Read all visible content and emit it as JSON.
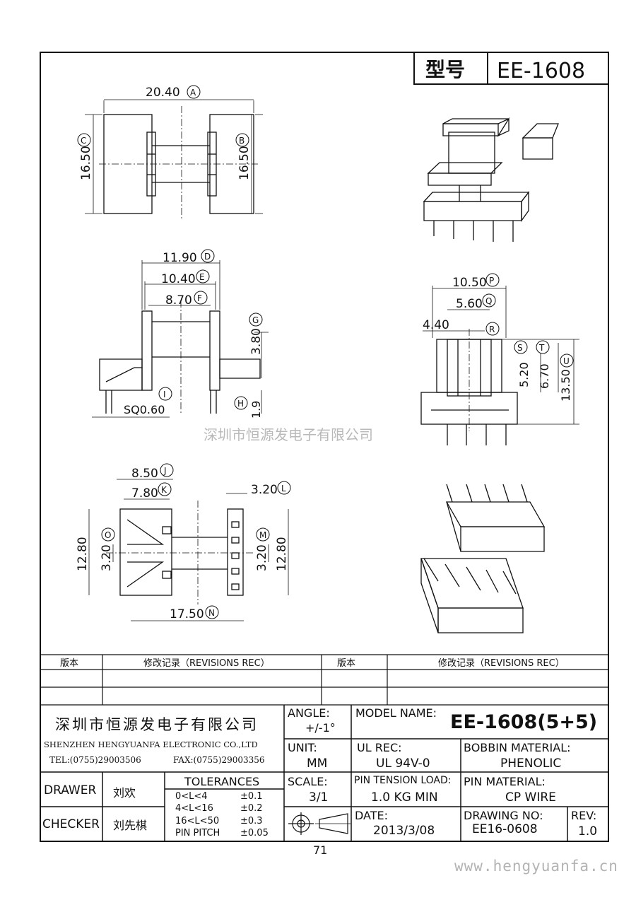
{
  "header": {
    "model_label": "型号",
    "model_value": "EE-1608"
  },
  "dims": {
    "a": "20.40",
    "a_letter": "A",
    "b": "16.50",
    "b_letter": "B",
    "c": "16.50",
    "c_letter": "C",
    "d": "11.90",
    "d_letter": "D",
    "e": "10.40",
    "e_letter": "E",
    "f": "8.70",
    "f_letter": "F",
    "g": "3.80",
    "g_letter": "G",
    "h": "1.9",
    "h_letter": "H",
    "i_letter": "I",
    "sq": "SQ0.60",
    "j": "8.50",
    "j_letter": "J",
    "k": "7.80",
    "k_letter": "K",
    "l": "3.20",
    "l_letter": "L",
    "m": "3.20",
    "m_letter": "M",
    "m2": "12.80",
    "n": "17.50",
    "n_letter": "N",
    "o": "3.20",
    "o_letter": "O",
    "o2": "12.80",
    "p": "10.50",
    "p_letter": "P",
    "q": "5.60",
    "q_letter": "Q",
    "r": "4.40",
    "r_letter": "R",
    "s_letter": "S",
    "t_letter": "T",
    "u": "13.50",
    "u_letter": "U",
    "s_val": "5.20",
    "t_val": "6.70"
  },
  "watermark": "深圳市恒源发电子有限公司",
  "revisions": {
    "col1": "版本",
    "col2": "修改记录（REVISIONS REC）",
    "col3": "版本",
    "col4": "修改记录（REVISIONS REC）"
  },
  "company": {
    "name_cn": "深圳市恒源发电子有限公司",
    "name_en": "SHENZHEN HENGYUANFA ELECTRONIC CO.,LTD",
    "tel": "TEL:(0755)29003506",
    "fax": "FAX:(0755)29003356"
  },
  "fields": {
    "angle_label": "ANGLE:",
    "angle_value": "+/-1°",
    "model_name_label": "MODEL NAME:",
    "model_name_value": "EE-1608(5+5)",
    "unit_label": "UNIT:",
    "unit_value": "MM",
    "ul_label": "UL REC:",
    "ul_value": "UL 94V-0",
    "bobbin_label": "BOBBIN MATERIAL:",
    "bobbin_value": "PHENOLIC",
    "scale_label": "SCALE:",
    "scale_value": "3/1",
    "pin_tension_label": "PIN TENSION LOAD:",
    "pin_tension_value": "1.0 KG MIN",
    "pin_material_label": "PIN MATERIAL:",
    "pin_material_value": "CP WIRE",
    "date_label": "DATE:",
    "date_value": "2013/3/08",
    "drawing_label": "DRAWING NO:",
    "drawing_value": "EE16-0608",
    "rev_label": "REV:",
    "rev_value": "1.0",
    "drawer_label": "DRAWER",
    "drawer_value": "刘欢",
    "checker_label": "CHECKER",
    "checker_value": "刘先棋",
    "tolerances_label": "TOLERANCES",
    "tol": [
      {
        "range": "0<L<4",
        "value": "±0.1"
      },
      {
        "range": "4<L<16",
        "value": "±0.2"
      },
      {
        "range": "16<L<50",
        "value": "±0.3"
      },
      {
        "range": "PIN PITCH",
        "value": "±0.05"
      }
    ]
  },
  "page_number": "71",
  "website": "www.hengyuanfa.cn"
}
